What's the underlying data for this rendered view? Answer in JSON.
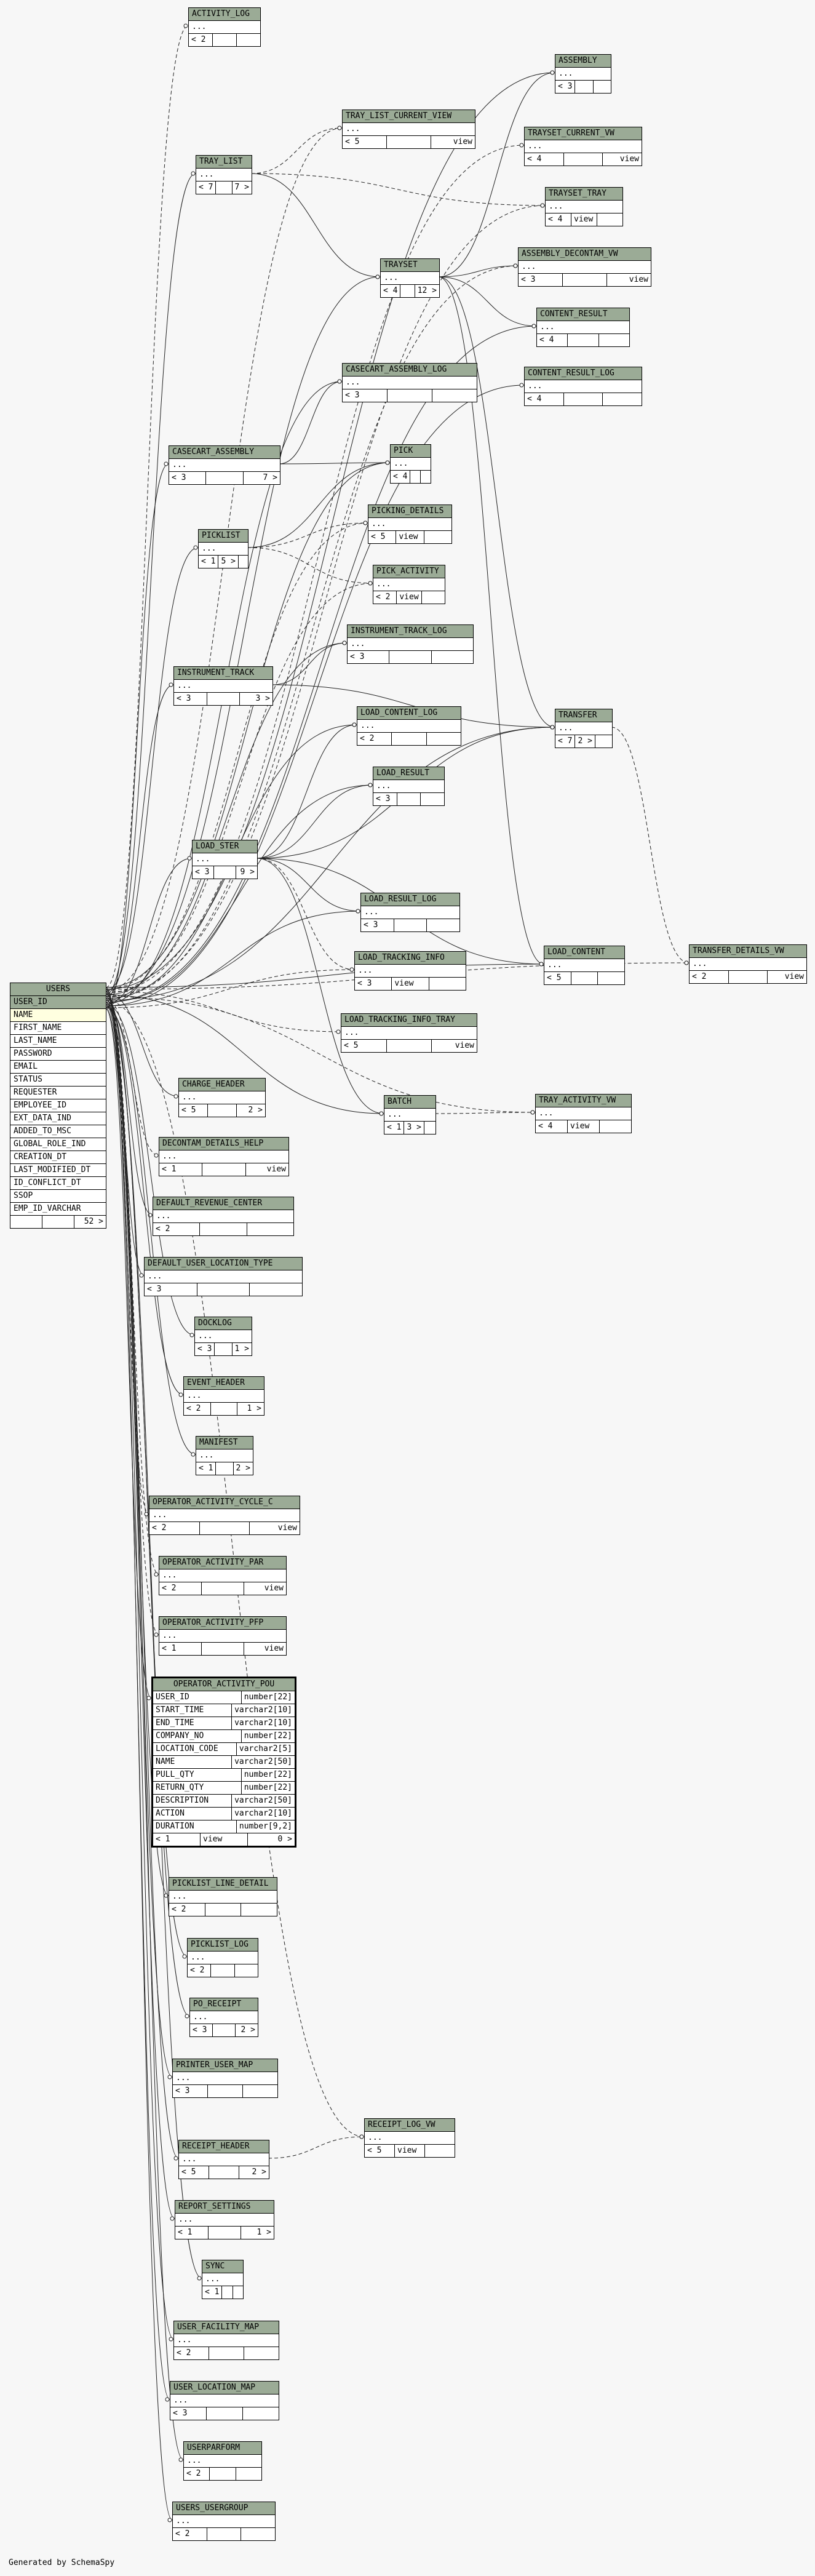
{
  "footer": "Generated by SchemaSpy",
  "users": {
    "title": "USERS",
    "columns": [
      "USER_ID",
      "NAME",
      "FIRST_NAME",
      "LAST_NAME",
      "PASSWORD",
      "EMAIL",
      "STATUS",
      "REQUESTER",
      "EMPLOYEE_ID",
      "EXT_DATA_IND",
      "ADDED_TO_MSC",
      "GLOBAL_ROLE_IND",
      "CREATION_DT",
      "LAST_MODIFIED_DT",
      "ID_CONFLICT_DT",
      "SSOP",
      "EMP_ID_VARCHAR"
    ],
    "footer": [
      "",
      "",
      "52 >"
    ]
  },
  "focus": {
    "title": "OPERATOR_ACTIVITY_POU",
    "columns": [
      {
        "name": "USER_ID",
        "type": "number[22]"
      },
      {
        "name": "START_TIME",
        "type": "varchar2[10]"
      },
      {
        "name": "END_TIME",
        "type": "varchar2[10]"
      },
      {
        "name": "COMPANY_NO",
        "type": "number[22]"
      },
      {
        "name": "LOCATION_CODE",
        "type": "varchar2[5]"
      },
      {
        "name": "NAME",
        "type": "varchar2[50]"
      },
      {
        "name": "PULL_QTY",
        "type": "number[22]"
      },
      {
        "name": "RETURN_QTY",
        "type": "number[22]"
      },
      {
        "name": "DESCRIPTION",
        "type": "varchar2[50]"
      },
      {
        "name": "ACTION",
        "type": "varchar2[10]"
      },
      {
        "name": "DURATION",
        "type": "number[9,2]"
      }
    ],
    "footer": [
      "< 1",
      "view",
      "0 >"
    ]
  },
  "tables": [
    {
      "id": "t0",
      "title": "ACTIVITY_LOG",
      "row": "...",
      "footer": [
        "< 2",
        "",
        ""
      ]
    },
    {
      "id": "t1",
      "title": "ASSEMBLY",
      "row": "...",
      "footer": [
        "< 3",
        "",
        ""
      ]
    },
    {
      "id": "t2",
      "title": "TRAY_LIST_CURRENT_VIEW",
      "row": "...",
      "footer": [
        "< 5",
        "",
        "view"
      ]
    },
    {
      "id": "t3",
      "title": "TRAYSET_CURRENT_VW",
      "row": "...",
      "footer": [
        "< 4",
        "",
        "view"
      ]
    },
    {
      "id": "t4",
      "title": "TRAY_LIST",
      "row": "...",
      "footer": [
        "< 7",
        "",
        "7 >"
      ]
    },
    {
      "id": "t5",
      "title": "TRAYSET_TRAY",
      "row": "...",
      "footer": [
        "< 4",
        "view",
        ""
      ]
    },
    {
      "id": "t6",
      "title": "ASSEMBLY_DECONTAM_VW",
      "row": "...",
      "footer": [
        "< 3",
        "",
        "view"
      ]
    },
    {
      "id": "t7",
      "title": "TRAYSET",
      "row": "...",
      "footer": [
        "< 4",
        "",
        "12 >"
      ]
    },
    {
      "id": "t8",
      "title": "CONTENT_RESULT",
      "row": "...",
      "footer": [
        "< 4",
        "",
        ""
      ]
    },
    {
      "id": "t9",
      "title": "CASECART_ASSEMBLY_LOG",
      "row": "...",
      "footer": [
        "< 3",
        "",
        ""
      ]
    },
    {
      "id": "t10",
      "title": "CONTENT_RESULT_LOG",
      "row": "...",
      "footer": [
        "< 4",
        "",
        ""
      ]
    },
    {
      "id": "t11",
      "title": "CASECART_ASSEMBLY",
      "row": "...",
      "footer": [
        "< 3",
        "",
        "7 >"
      ]
    },
    {
      "id": "t12",
      "title": "PICK",
      "row": "...",
      "footer": [
        "< 4",
        "",
        ""
      ]
    },
    {
      "id": "t13",
      "title": "PICKING_DETAILS",
      "row": "...",
      "footer": [
        "< 5",
        "view",
        ""
      ]
    },
    {
      "id": "t14",
      "title": "PICKLIST",
      "row": "...",
      "footer": [
        "< 1",
        "5 >",
        ""
      ]
    },
    {
      "id": "t15",
      "title": "PICK_ACTIVITY",
      "row": "...",
      "footer": [
        "< 2",
        "view",
        ""
      ]
    },
    {
      "id": "t16",
      "title": "INSTRUMENT_TRACK_LOG",
      "row": "...",
      "footer": [
        "< 3",
        "",
        ""
      ]
    },
    {
      "id": "t17",
      "title": "INSTRUMENT_TRACK",
      "row": "...",
      "footer": [
        "< 3",
        "",
        "3 >"
      ]
    },
    {
      "id": "t18",
      "title": "LOAD_CONTENT_LOG",
      "row": "...",
      "footer": [
        "< 2",
        "",
        ""
      ]
    },
    {
      "id": "t19",
      "title": "TRANSFER",
      "row": "...",
      "footer": [
        "< 7",
        "2 >",
        ""
      ]
    },
    {
      "id": "t20",
      "title": "LOAD_RESULT",
      "row": "...",
      "footer": [
        "< 3",
        "",
        ""
      ]
    },
    {
      "id": "t21",
      "title": "LOAD_STER",
      "row": "...",
      "footer": [
        "< 3",
        "",
        "9 >"
      ]
    },
    {
      "id": "t22",
      "title": "LOAD_RESULT_LOG",
      "row": "...",
      "footer": [
        "< 3",
        "",
        ""
      ]
    },
    {
      "id": "t23",
      "title": "LOAD_TRACKING_INFO",
      "row": "...",
      "footer": [
        "< 3",
        "view",
        ""
      ]
    },
    {
      "id": "t24",
      "title": "LOAD_CONTENT",
      "row": "...",
      "footer": [
        "< 5",
        "",
        ""
      ]
    },
    {
      "id": "t25",
      "title": "TRANSFER_DETAILS_VW",
      "row": "...",
      "footer": [
        "< 2",
        "",
        "view"
      ]
    },
    {
      "id": "t26",
      "title": "LOAD_TRACKING_INFO_TRAY",
      "row": "...",
      "footer": [
        "< 5",
        "",
        "view"
      ]
    },
    {
      "id": "t27",
      "title": "CHARGE_HEADER",
      "row": "...",
      "footer": [
        "< 5",
        "",
        "2 >"
      ]
    },
    {
      "id": "t28",
      "title": "BATCH",
      "row": "...",
      "footer": [
        "< 1",
        "3 >",
        ""
      ]
    },
    {
      "id": "t29",
      "title": "TRAY_ACTIVITY_VW",
      "row": "...",
      "footer": [
        "< 4",
        "view",
        ""
      ]
    },
    {
      "id": "t30",
      "title": "DECONTAM_DETAILS_HELP",
      "row": "...",
      "footer": [
        "< 1",
        "",
        "view"
      ]
    },
    {
      "id": "t31",
      "title": "DEFAULT_REVENUE_CENTER",
      "row": "...",
      "footer": [
        "< 2",
        "",
        ""
      ]
    },
    {
      "id": "t32",
      "title": "DEFAULT_USER_LOCATION_TYPE",
      "row": "...",
      "footer": [
        "< 3",
        "",
        ""
      ]
    },
    {
      "id": "t33",
      "title": "DOCKLOG",
      "row": "...",
      "footer": [
        "< 3",
        "",
        "1 >"
      ]
    },
    {
      "id": "t34",
      "title": "EVENT_HEADER",
      "row": "...",
      "footer": [
        "< 2",
        "",
        "1 >"
      ]
    },
    {
      "id": "t35",
      "title": "MANIFEST",
      "row": "...",
      "footer": [
        "< 1",
        "",
        "2 >"
      ]
    },
    {
      "id": "t36",
      "title": "OPERATOR_ACTIVITY_CYCLE_C",
      "row": "...",
      "footer": [
        "< 2",
        "",
        "view"
      ]
    },
    {
      "id": "t37",
      "title": "OPERATOR_ACTIVITY_PAR",
      "row": "...",
      "footer": [
        "< 2",
        "",
        "view"
      ]
    },
    {
      "id": "t38",
      "title": "OPERATOR_ACTIVITY_PFP",
      "row": "...",
      "footer": [
        "< 1",
        "",
        "view"
      ]
    },
    {
      "id": "t39",
      "title": "PICKLIST_LINE_DETAIL",
      "row": "...",
      "footer": [
        "< 2",
        "",
        ""
      ]
    },
    {
      "id": "t40",
      "title": "PICKLIST_LOG",
      "row": "...",
      "footer": [
        "< 2",
        "",
        ""
      ]
    },
    {
      "id": "t41",
      "title": "PO_RECEIPT",
      "row": "...",
      "footer": [
        "< 3",
        "",
        "2 >"
      ]
    },
    {
      "id": "t42",
      "title": "PRINTER_USER_MAP",
      "row": "...",
      "footer": [
        "< 3",
        "",
        ""
      ]
    },
    {
      "id": "t43",
      "title": "RECEIPT_LOG_VW",
      "row": "...",
      "footer": [
        "< 5",
        "view",
        ""
      ]
    },
    {
      "id": "t44",
      "title": "RECEIPT_HEADER",
      "row": "...",
      "footer": [
        "< 5",
        "",
        "2 >"
      ]
    },
    {
      "id": "t45",
      "title": "REPORT_SETTINGS",
      "row": "...",
      "footer": [
        "< 1",
        "",
        "1 >"
      ]
    },
    {
      "id": "t46",
      "title": "SYNC",
      "row": "...",
      "footer": [
        "< 1",
        "",
        ""
      ]
    },
    {
      "id": "t47",
      "title": "USER_FACILITY_MAP",
      "row": "...",
      "footer": [
        "< 2",
        "",
        ""
      ]
    },
    {
      "id": "t48",
      "title": "USER_LOCATION_MAP",
      "row": "...",
      "footer": [
        "< 3",
        "",
        ""
      ]
    },
    {
      "id": "t49",
      "title": "USERPARFORM",
      "row": "...",
      "footer": [
        "< 2",
        "",
        ""
      ]
    },
    {
      "id": "t50",
      "title": "USERS_USERGROUP",
      "row": "...",
      "footer": [
        "< 2",
        "",
        ""
      ]
    }
  ]
}
